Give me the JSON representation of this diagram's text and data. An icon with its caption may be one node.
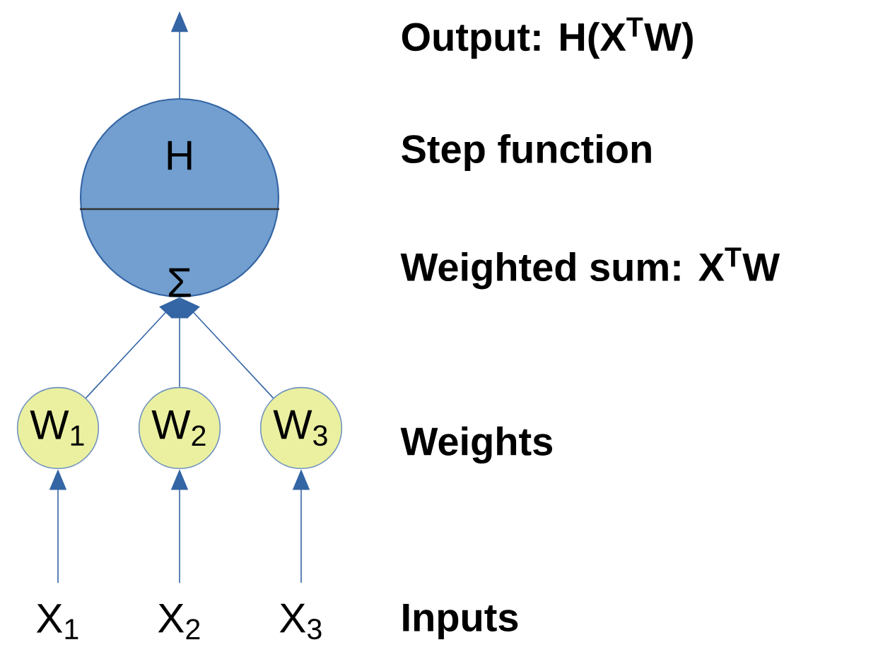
{
  "diagram": {
    "nodes": [
      {
        "text": [
          "H",
          "Σ"
        ]
      },
      {
        "text": [
          "W$_{1}$"
        ]
      },
      {
        "text": [
          "W$_{2}$"
        ]
      },
      {
        "text": [
          "W$_{3}$"
        ]
      },
      {
        "text": [
          "X$_{1}$"
        ]
      },
      {
        "text": [
          "X$_{2}$"
        ]
      },
      {
        "text": [
          "X$_{3}$"
        ]
      }
    ],
    "edges": [
      {
        "from": 0,
        "to": null,
        "arrow": "to"
      },
      {
        "from": 1,
        "to": 0,
        "arrow": "to"
      },
      {
        "from": 2,
        "to": 0,
        "arrow": "to"
      },
      {
        "from": 3,
        "to": 0,
        "arrow": "to"
      },
      {
        "from": 4,
        "to": 1,
        "arrow": "to"
      },
      {
        "from": 5,
        "to": 2,
        "arrow": "to"
      },
      {
        "from": 6,
        "to": 3,
        "arrow": "to"
      }
    ],
    "labels": [
      "Output: H(X$^{T}$W)",
      "Step function",
      "Weighted sum: X$^{T}$W",
      "Weights",
      "Inputs"
    ]
  }
}
